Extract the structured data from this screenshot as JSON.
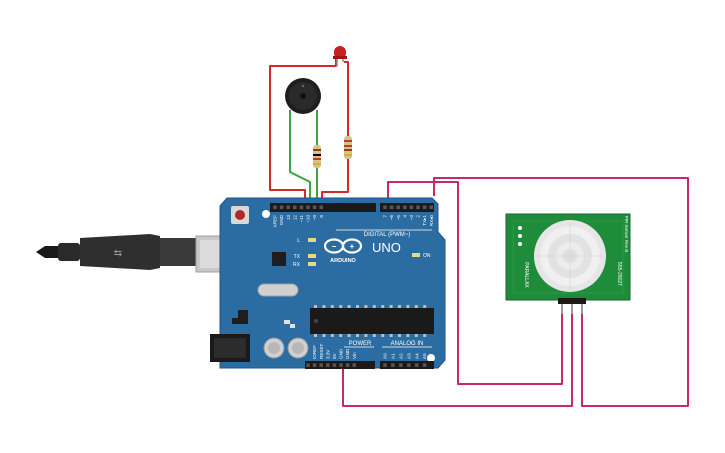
{
  "board": {
    "model": "UNO",
    "brand": "ARDUINO",
    "digital_header_label": "DIGITAL (PWM~)",
    "power_header_label": "POWER",
    "analog_header_label": "ANALOG IN",
    "on_label": "ON",
    "led_labels": [
      "L",
      "TX",
      "RX"
    ],
    "digital_pins_left": [
      "AREF",
      "GND",
      "13",
      "12",
      "~11",
      "~10",
      "~9",
      "8"
    ],
    "digital_pins_right": [
      "7",
      "~6",
      "~5",
      "4",
      "~3",
      "2",
      "TX▸1",
      "RX◂0"
    ],
    "power_pins": [
      "IOREF",
      "RESET",
      "3.3V",
      "5V",
      "GND",
      "GND",
      "Vin"
    ],
    "analog_pins": [
      "A0",
      "A1",
      "A2",
      "A3",
      "A4",
      "A5"
    ],
    "color": "#2b6ca3"
  },
  "pir_sensor": {
    "left_text": "PARALLAX",
    "right_text": "555-28027",
    "top_text": "PIR Sensor Rev B",
    "color": "#1e8c3a"
  },
  "wire_colors": {
    "red": "#d42a2a",
    "green": "#3aa83a",
    "magenta": "#c8286e",
    "usb": "#2a2a2a"
  }
}
